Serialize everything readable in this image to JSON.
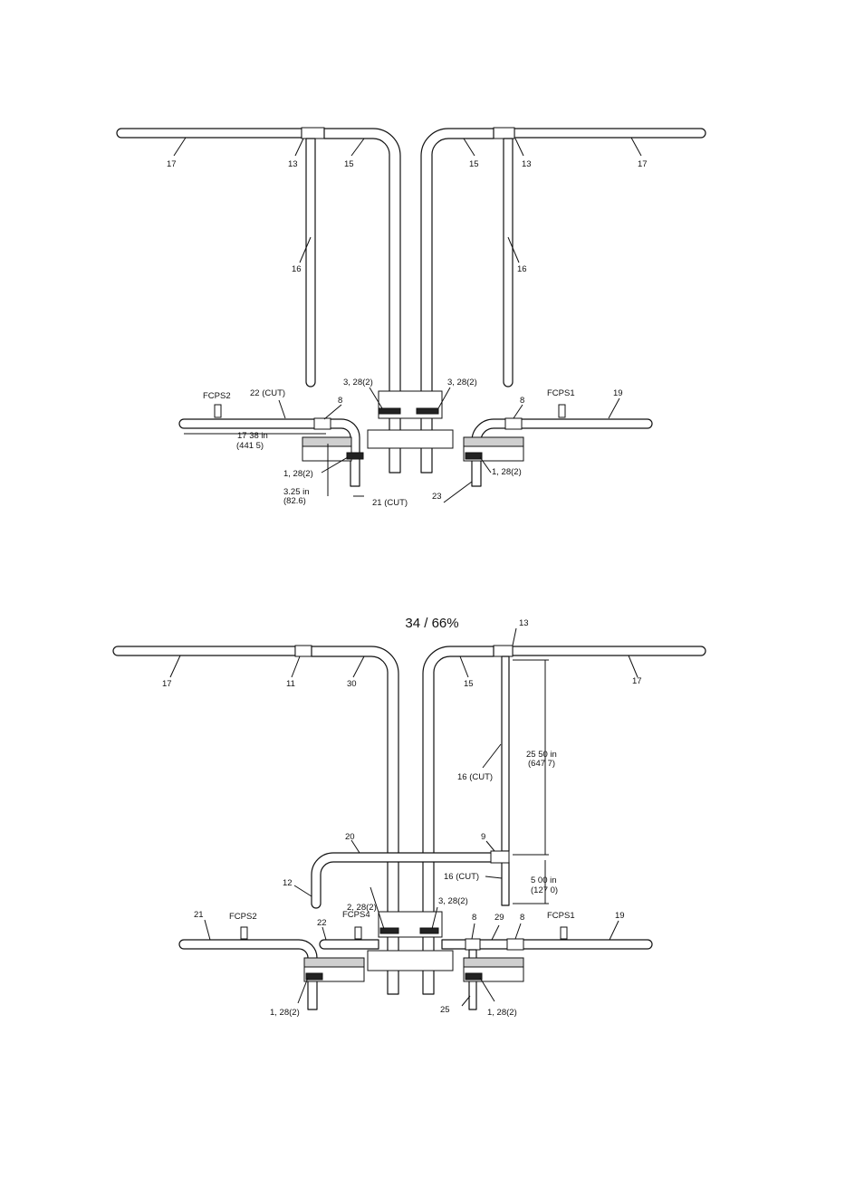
{
  "heading": "34 / 66%",
  "top": {
    "labels": {
      "l17a": "17",
      "l13a": "13",
      "l15a": "15",
      "l15b": "15",
      "l13b": "13",
      "l17b": "17",
      "l16a": "16",
      "l16b": "16",
      "l3a": "3, 28(2)",
      "l3b": "3, 28(2)",
      "fcps2": "FCPS2",
      "l22": "22 (CUT)",
      "l8a": "8",
      "fcps1": "FCPS1",
      "l19": "19",
      "l8b": "8",
      "dim1a": "17 38 in",
      "dim1b": "(441 5)",
      "l1a": "1, 28(2)",
      "dim2a": "3.25 in",
      "dim2b": "(82.6)",
      "l21": "21 (CUT)",
      "l1b": "1, 28(2)",
      "l23": "23"
    }
  },
  "bottom": {
    "labels": {
      "l13": "13",
      "l17a": "17",
      "l11": "11",
      "l30": "30",
      "l15": "15",
      "l17b": "17",
      "dim3a": "25 50 in",
      "dim3b": "(647 7)",
      "l16cut1": "16 (CUT)",
      "l20": "20",
      "l9": "9",
      "l16cut2": "16 (CUT)",
      "dim4a": "5 00 in",
      "dim4b": "(127 0)",
      "l12": "12",
      "l2": "2, 28(2)",
      "l3": "3, 28(2)",
      "l21": "21",
      "fcps2": "FCPS2",
      "l22": "22",
      "fcps4": "FCPS4",
      "l8a": "8",
      "l29": "29",
      "l8b": "8",
      "fcps1": "FCPS1",
      "l19": "19",
      "l1a": "1, 28(2)",
      "l25": "25",
      "l1b": "1, 28(2)"
    }
  }
}
